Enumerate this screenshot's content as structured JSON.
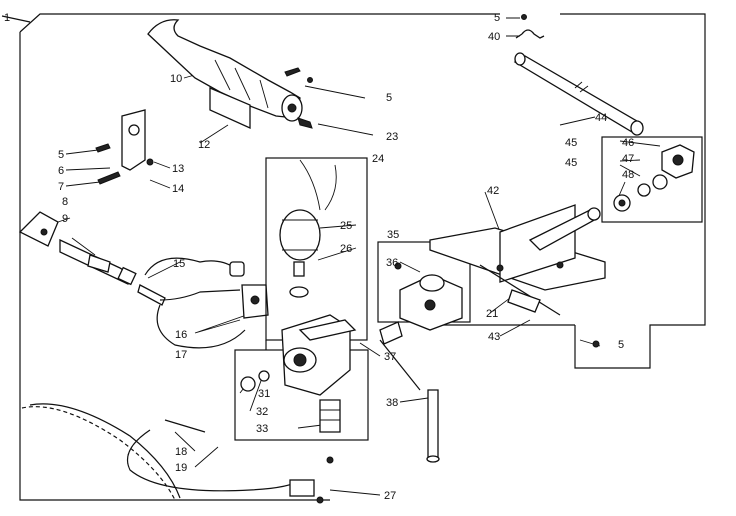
{
  "callouts": {
    "c1": "1",
    "c5a": "5",
    "c40": "40",
    "c10": "10",
    "c5b": "5",
    "c44": "44",
    "c12": "12",
    "c23": "23",
    "c5c": "5",
    "c6": "6",
    "c13": "13",
    "c7": "7",
    "c14": "14",
    "c24": "24",
    "c46": "46",
    "c45a": "45",
    "c47": "47",
    "c45b": "45",
    "c48": "48",
    "c8": "8",
    "c9": "9",
    "c25": "25",
    "c42": "42",
    "c35": "35",
    "c26": "26",
    "c15": "15",
    "c36": "36",
    "c16": "16",
    "c21": "21",
    "c43": "43",
    "c17": "17",
    "c37": "37",
    "c5d": "5",
    "c31": "31",
    "c32": "32",
    "c38": "38",
    "c33": "33",
    "c18": "18",
    "c19": "19",
    "c27": "27"
  },
  "colors": {
    "ink": "#111111",
    "paper": "#ffffff"
  }
}
